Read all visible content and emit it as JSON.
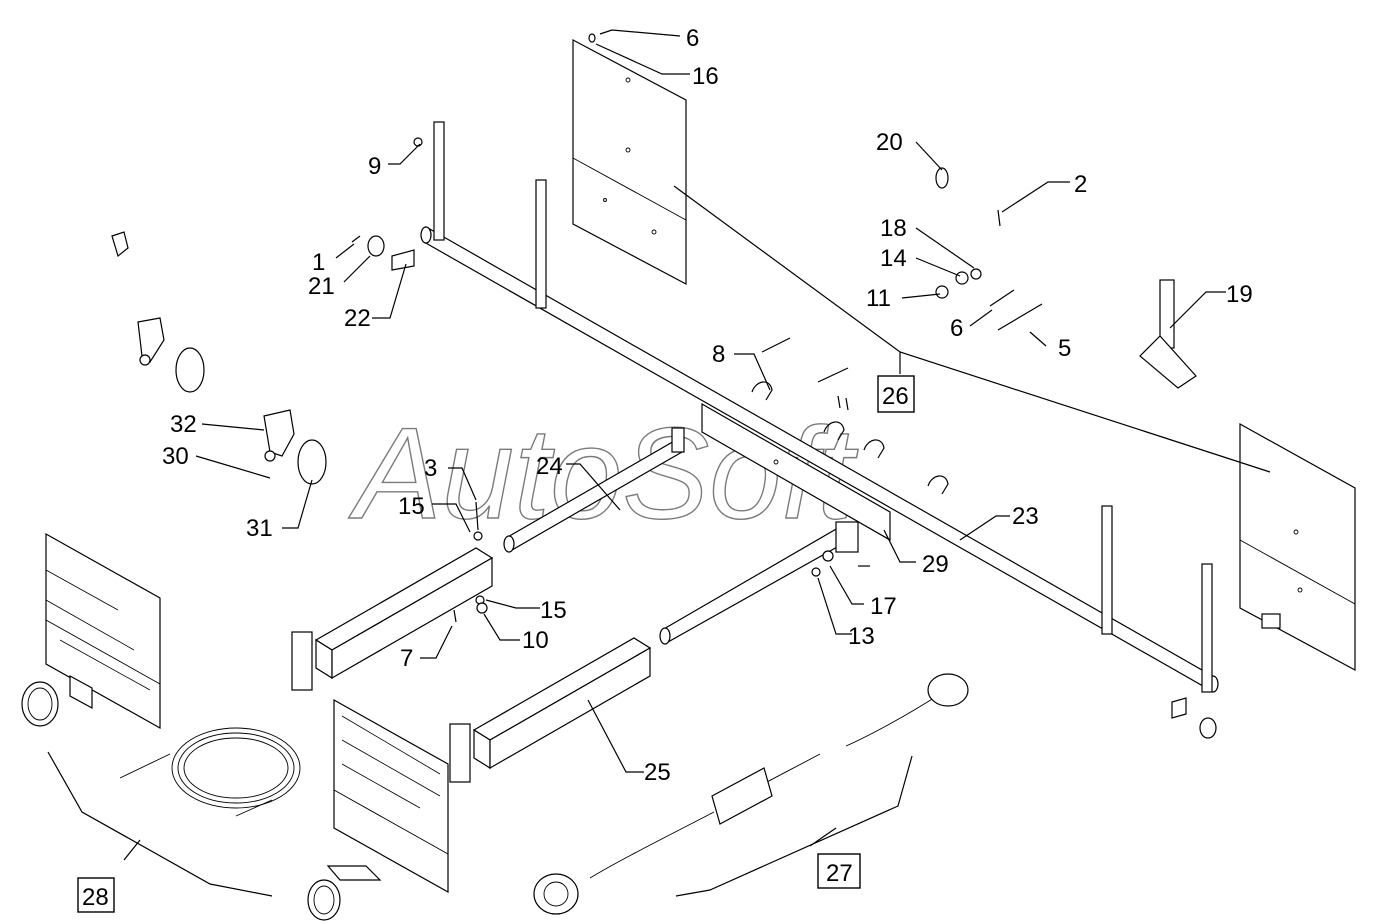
{
  "watermark": "AutoSoft",
  "callouts": [
    {
      "id": "1",
      "label": "1"
    },
    {
      "id": "2",
      "label": "2"
    },
    {
      "id": "3",
      "label": "3"
    },
    {
      "id": "5",
      "label": "5"
    },
    {
      "id": "6a",
      "label": "6"
    },
    {
      "id": "6b",
      "label": "6"
    },
    {
      "id": "7",
      "label": "7"
    },
    {
      "id": "8",
      "label": "8"
    },
    {
      "id": "9",
      "label": "9"
    },
    {
      "id": "10",
      "label": "10"
    },
    {
      "id": "11",
      "label": "11"
    },
    {
      "id": "13",
      "label": "13"
    },
    {
      "id": "14",
      "label": "14"
    },
    {
      "id": "15a",
      "label": "15"
    },
    {
      "id": "15b",
      "label": "15"
    },
    {
      "id": "16",
      "label": "16"
    },
    {
      "id": "17",
      "label": "17"
    },
    {
      "id": "18",
      "label": "18"
    },
    {
      "id": "19",
      "label": "19"
    },
    {
      "id": "20",
      "label": "20"
    },
    {
      "id": "21",
      "label": "21"
    },
    {
      "id": "22",
      "label": "22"
    },
    {
      "id": "23",
      "label": "23"
    },
    {
      "id": "24",
      "label": "24"
    },
    {
      "id": "25",
      "label": "25"
    },
    {
      "id": "29",
      "label": "29"
    },
    {
      "id": "30",
      "label": "30"
    },
    {
      "id": "31",
      "label": "31"
    },
    {
      "id": "32",
      "label": "32"
    }
  ],
  "boxed_callouts": [
    {
      "id": "26",
      "label": "26"
    },
    {
      "id": "27",
      "label": "27"
    },
    {
      "id": "28",
      "label": "28"
    }
  ]
}
